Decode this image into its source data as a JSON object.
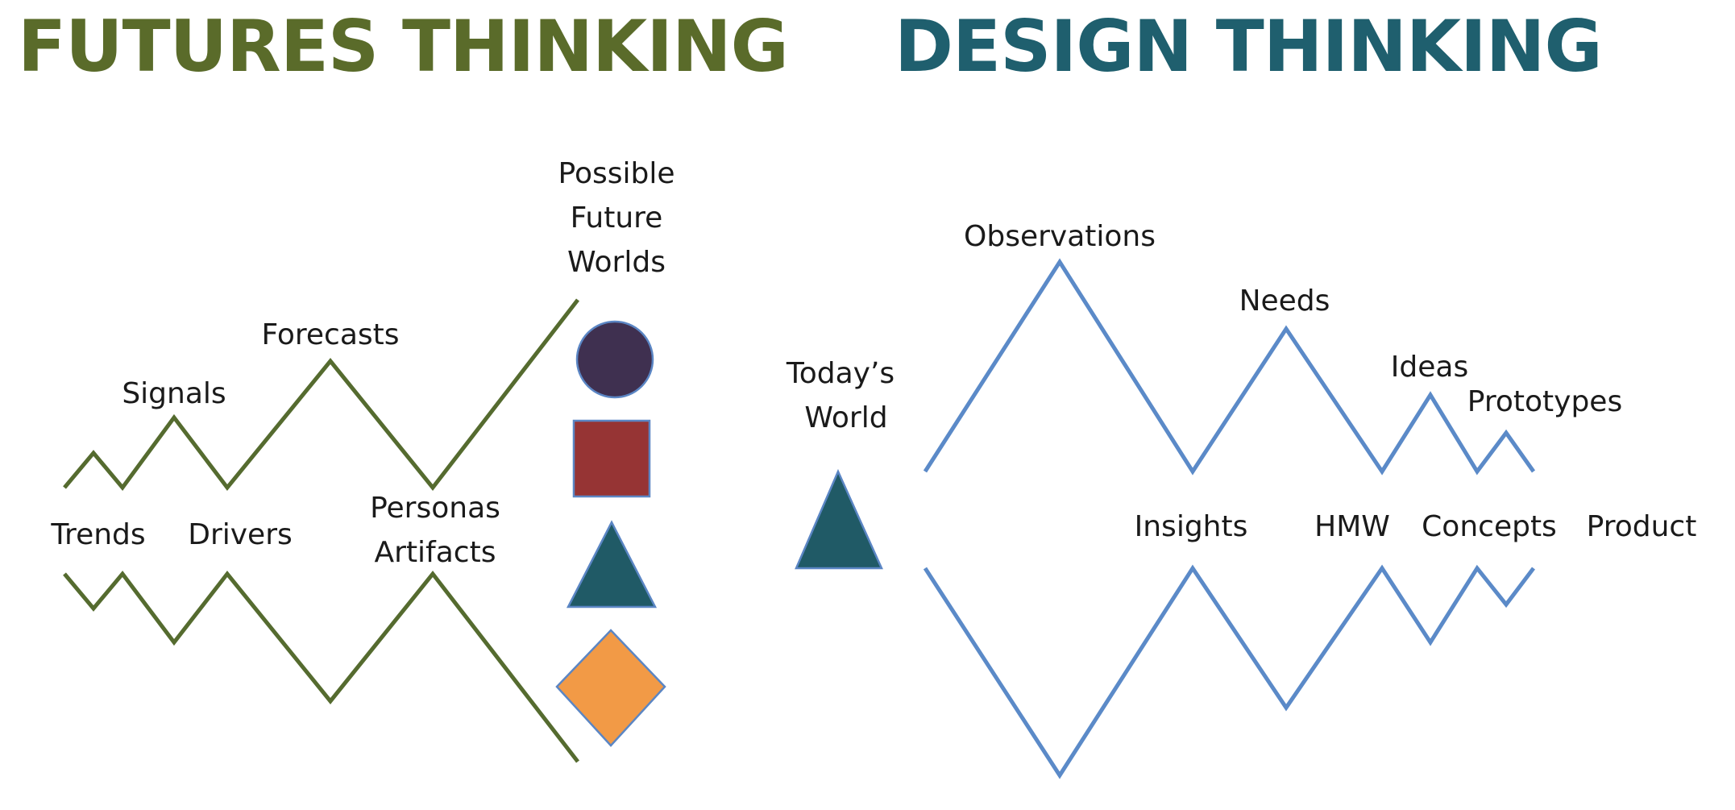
{
  "futures": {
    "title": "FUTURES THINKING",
    "title_color": "#5a6b2a",
    "line_color": "#556b2f",
    "labels": {
      "signals": "Signals",
      "forecasts": "Forecasts",
      "possible_future_worlds": [
        "Possible",
        "Future",
        "Worlds"
      ],
      "trends": "Trends",
      "drivers": "Drivers",
      "personas_artifacts": [
        "Personas",
        "Artifacts"
      ]
    },
    "shapes": [
      {
        "name": "circle-shape",
        "kind": "circle",
        "color": "#3f3050"
      },
      {
        "name": "square-shape",
        "kind": "square",
        "color": "#963434"
      },
      {
        "name": "triangle-shape",
        "kind": "triangle",
        "color": "#205a66"
      },
      {
        "name": "diamond-shape",
        "kind": "diamond",
        "color": "#f29a46"
      }
    ],
    "shape_outline": "#5b86c4"
  },
  "design": {
    "title": "DESIGN THINKING",
    "title_color": "#1f5f6e",
    "line_color": "#5b8ac8",
    "labels": {
      "todays_world": [
        "Today’s",
        "World"
      ],
      "observations": "Observations",
      "needs": "Needs",
      "ideas": "Ideas",
      "prototypes": "Prototypes",
      "insights": "Insights",
      "hmw": "HMW",
      "concepts": "Concepts",
      "product": "Product"
    },
    "today_triangle_color": "#205a66"
  }
}
